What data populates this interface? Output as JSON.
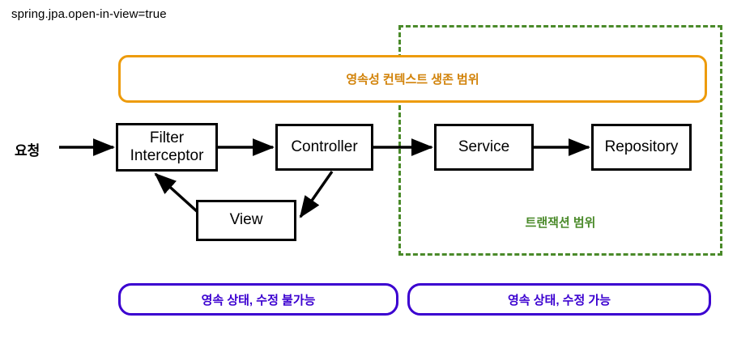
{
  "caption": "spring.jpa.open-in-view=true",
  "colors": {
    "orange": "#ED9B0B",
    "orange_text": "#D2830A",
    "green": "#4A8A2A",
    "purple": "#3B00D0",
    "black": "#000000",
    "background": "#FFFFFF"
  },
  "scopes": {
    "persistence_context": {
      "label": "영속성 컨텍스트 생존 범위",
      "style": "solid-rounded",
      "color": "#ED9B0B"
    },
    "transaction": {
      "label": "트랜잭션 범위",
      "style": "dashed",
      "color": "#4A8A2A"
    }
  },
  "entry": {
    "label": "요청"
  },
  "nodes": [
    {
      "id": "filter",
      "label": "Filter\nInterceptor",
      "line1": "Filter",
      "line2": "Interceptor"
    },
    {
      "id": "controller",
      "label": "Controller"
    },
    {
      "id": "view",
      "label": "View"
    },
    {
      "id": "service",
      "label": "Service"
    },
    {
      "id": "repository",
      "label": "Repository"
    }
  ],
  "edges": [
    {
      "from": "요청",
      "to": "Filter Interceptor"
    },
    {
      "from": "Filter Interceptor",
      "to": "Controller"
    },
    {
      "from": "Controller",
      "to": "Service"
    },
    {
      "from": "Service",
      "to": "Repository"
    },
    {
      "from": "Controller",
      "to": "View"
    },
    {
      "from": "View",
      "to": "Filter Interceptor"
    }
  ],
  "state_pills": [
    {
      "id": "left",
      "label": "영속 상태, 수정 불가능"
    },
    {
      "id": "right",
      "label": "영속 상태, 수정 가능"
    }
  ]
}
